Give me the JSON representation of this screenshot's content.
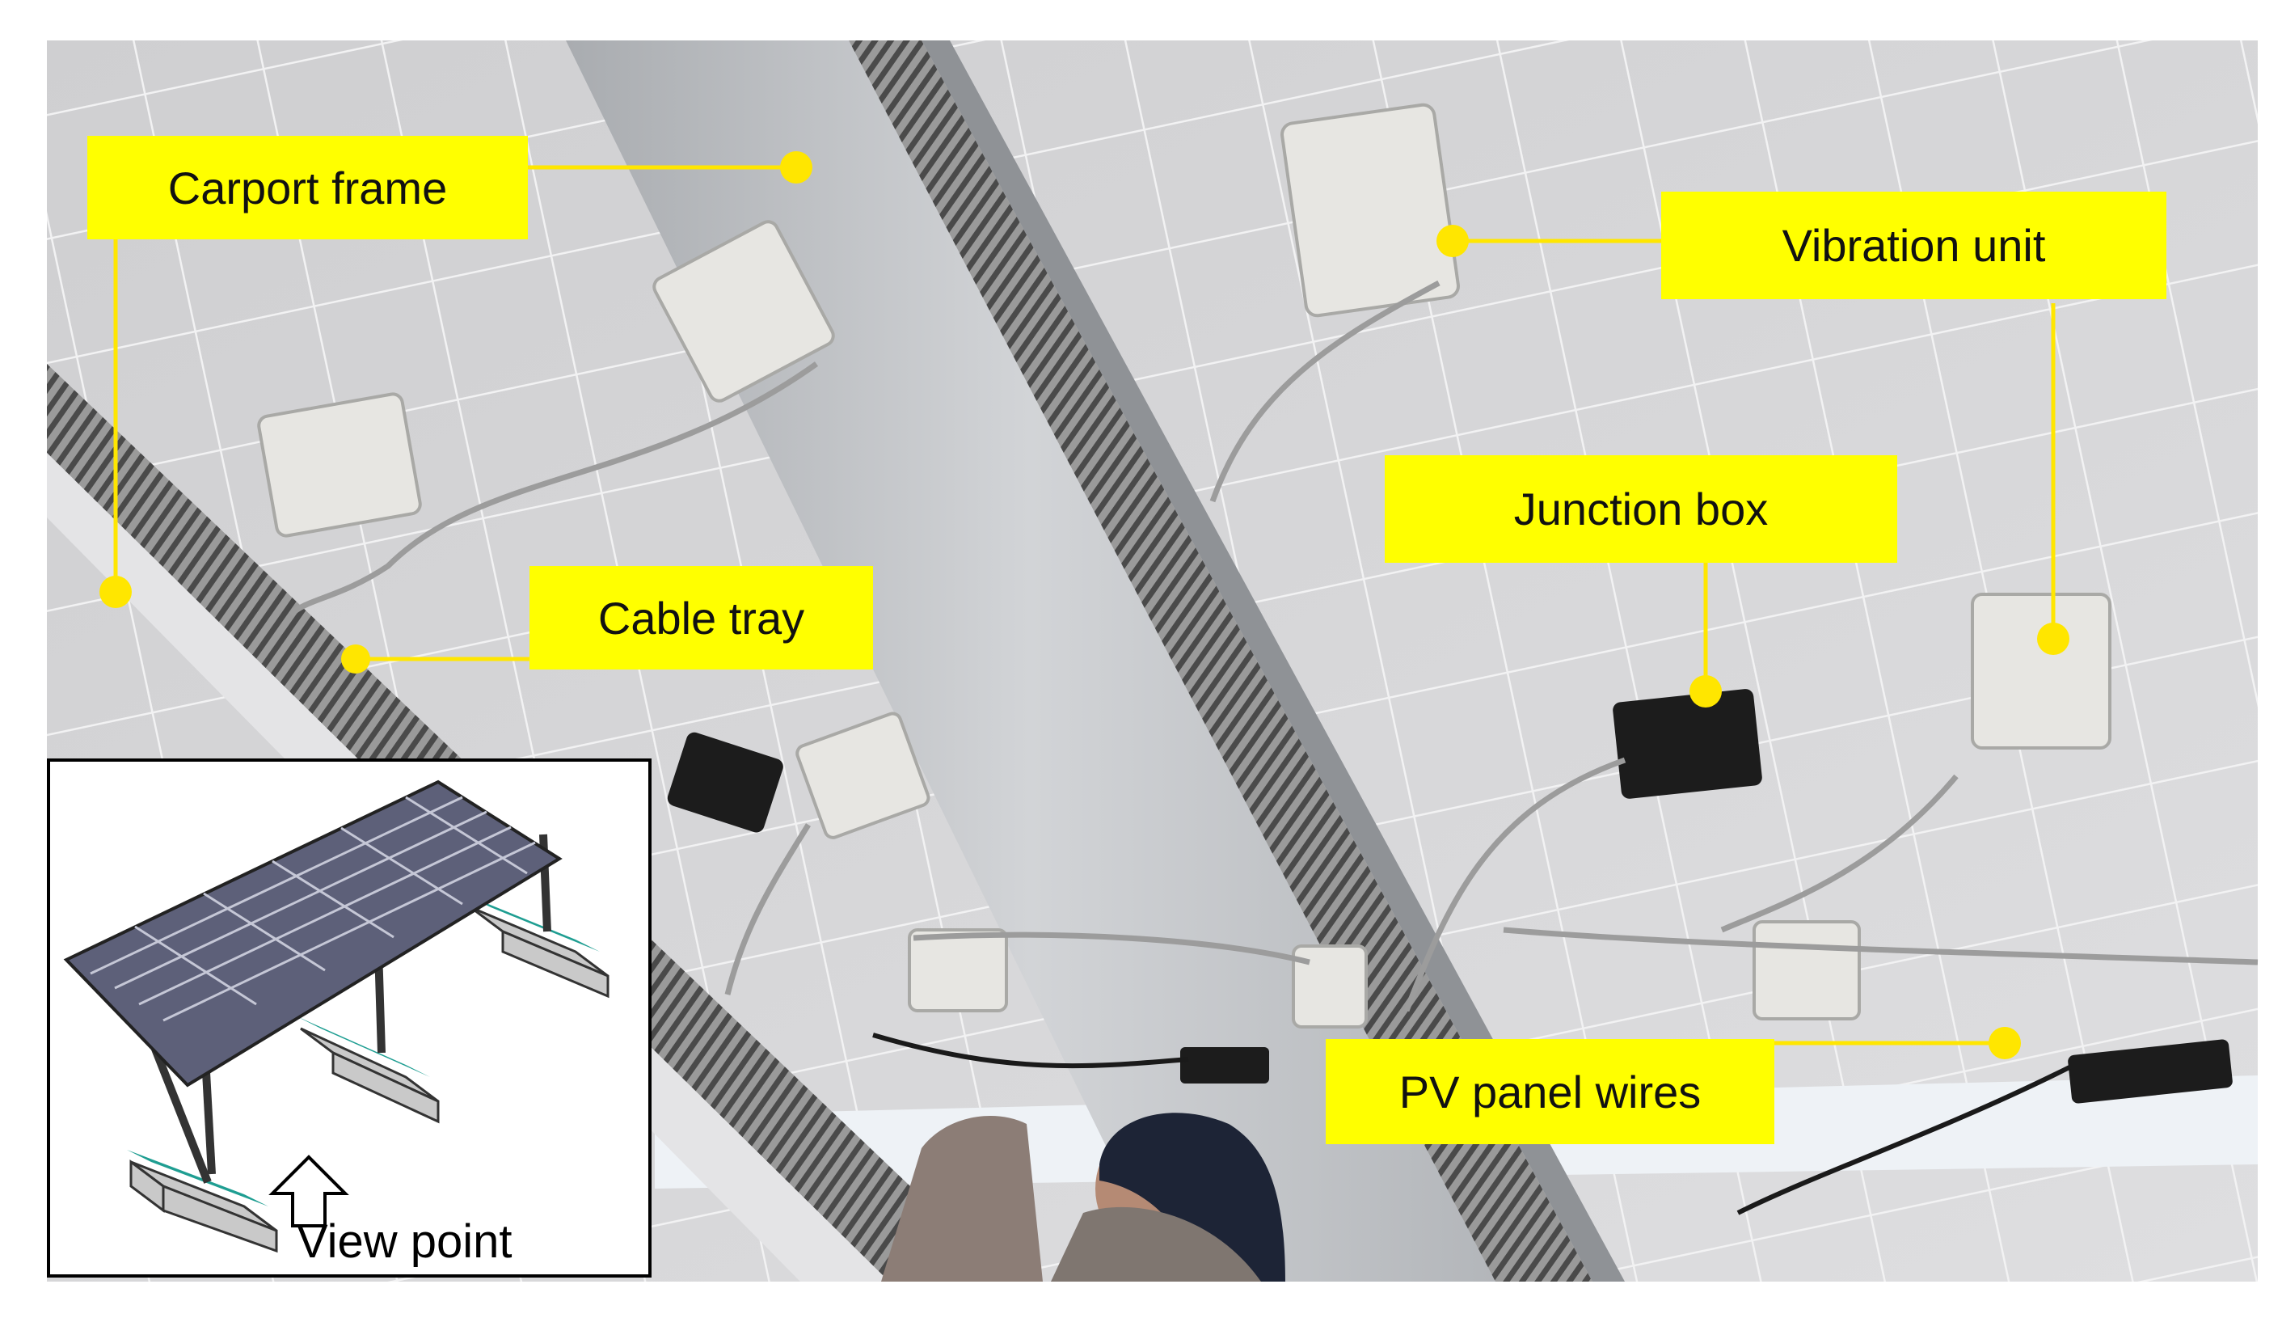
{
  "callouts": {
    "carport_frame": "Carport frame",
    "cable_tray": "Cable tray",
    "vibration_unit": "Vibration unit",
    "junction_box": "Junction box",
    "pv_panel_wires": "PV panel wires"
  },
  "inset": {
    "caption": "View point"
  },
  "colors": {
    "callout_fill": "#ffff00",
    "leader_line": "#ffe600",
    "panel": "#d7d7d9",
    "frame": "#bfc2c6"
  }
}
